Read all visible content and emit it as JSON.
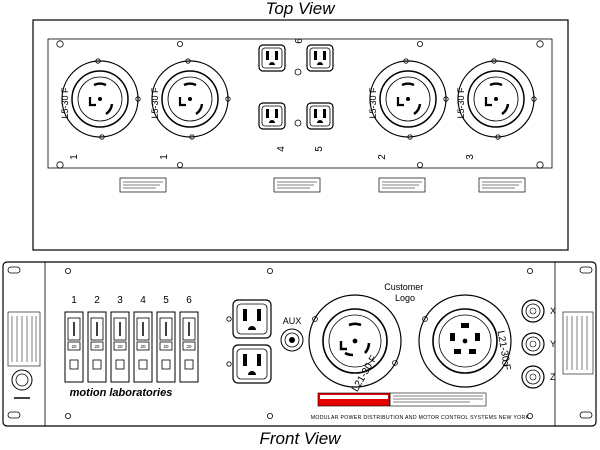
{
  "top_view": {
    "title": "Top View",
    "receptacles": [
      {
        "code": "L5-30 F",
        "number": "1"
      },
      {
        "code": "L5-30 F",
        "number": "1"
      },
      {
        "code": "L5-30 F",
        "number": "2"
      },
      {
        "code": "L5-30 F",
        "number": "3"
      }
    ],
    "duplex_numbers": [
      "6",
      "4",
      "5"
    ]
  },
  "front_view": {
    "title": "Front View",
    "breaker_numbers": [
      "1",
      "2",
      "3",
      "4",
      "5",
      "6"
    ],
    "breaker_rating": "20",
    "aux_label": "AUX",
    "customer_logo": "Customer\nLogo",
    "twistlock_left_code": "L21-30 F",
    "twistlock_right_code": "L21-30 F",
    "indicator_labels": [
      "X",
      "Y",
      "Z"
    ],
    "brand": "motion laboratories",
    "footer_text": "MODULAR POWER DISTRIBUTION AND MOTOR CONTROL SYSTEMS   NEW YORK"
  }
}
